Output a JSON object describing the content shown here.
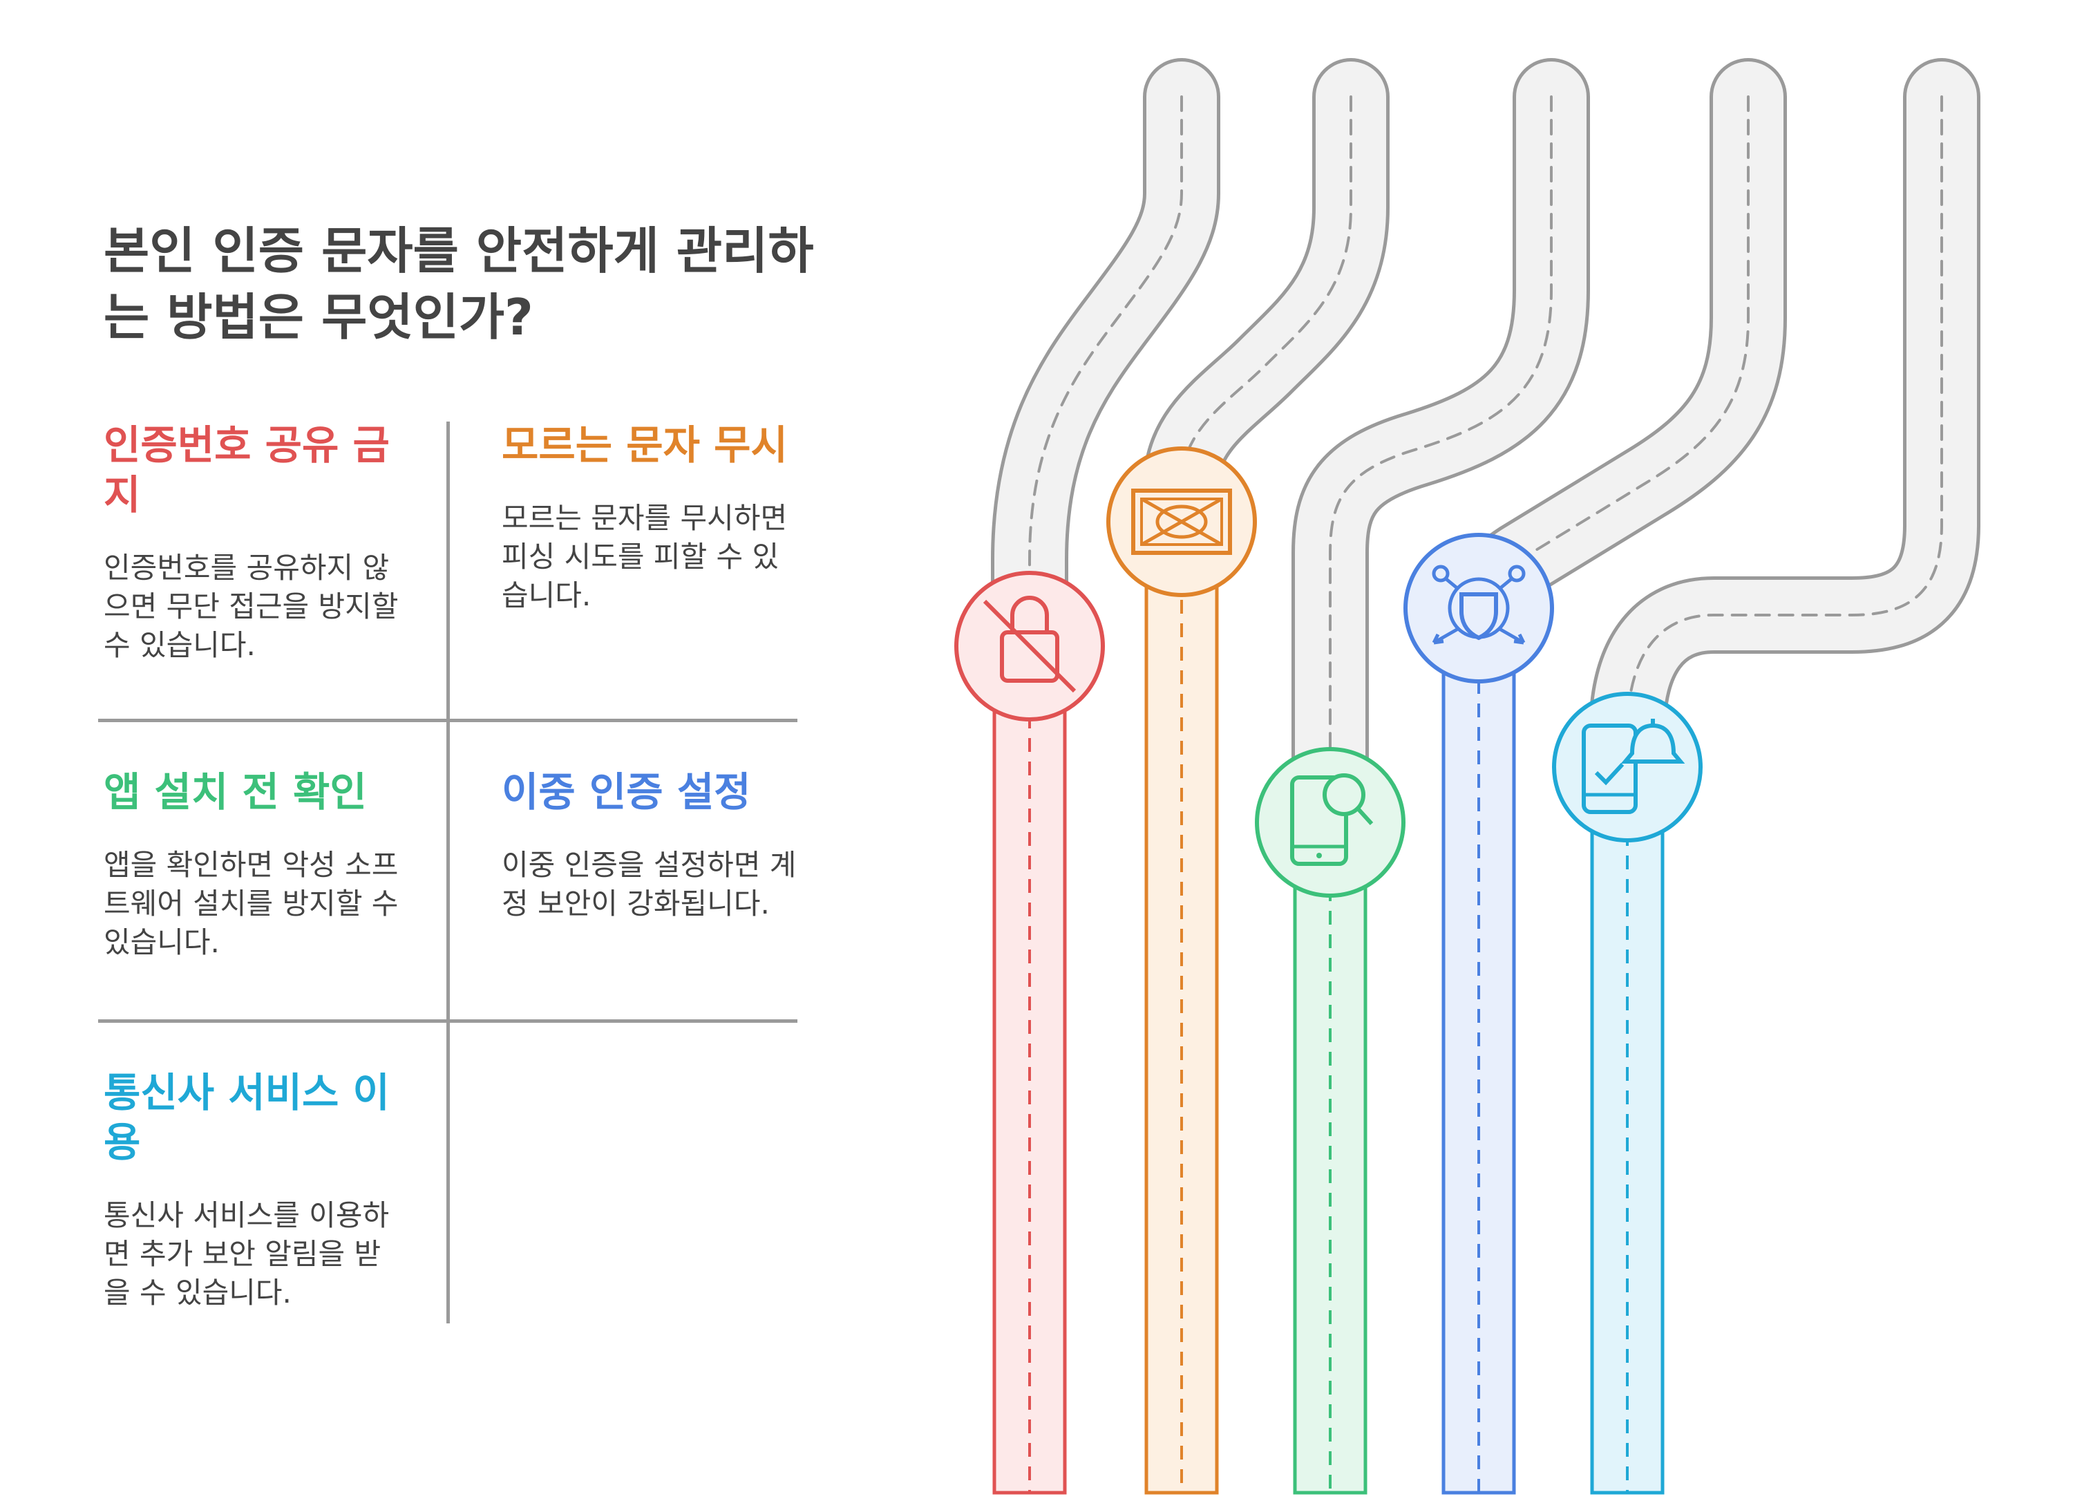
{
  "title": "본인 인증 문자를 안전하게 관리하는 방법은 무엇인가?",
  "tips": [
    {
      "heading": "인증번호 공유 금지",
      "text": "인증번호를 공유하지 않으면 무단 접근을 방지할 수 있습니다.",
      "color": "#e05252",
      "icon": "no-lock-icon"
    },
    {
      "heading": "모르는 문자 무시",
      "text": "모르는 문자를 무시하면 피싱 시도를 피할 수 있습니다.",
      "color": "#e0832a",
      "icon": "envelope-x-icon"
    },
    {
      "heading": "앱 설치 전 확인",
      "text": "앱을 확인하면 악성 소프트웨어 설치를 방지할 수 있습니다.",
      "color": "#3cc07a",
      "icon": "phone-search-icon"
    },
    {
      "heading": "이중 인증 설정",
      "text": "이중 인증을 설정하면 계정 보안이 강화됩니다.",
      "color": "#4a80e0",
      "icon": "shield-network-icon"
    },
    {
      "heading": "통신사 서비스 이용",
      "text": "통신사 서비스를 이용하면 추가 보안 알림을 받을 수 있습니다.",
      "color": "#1fa8d6",
      "icon": "phone-bell-icon"
    }
  ]
}
